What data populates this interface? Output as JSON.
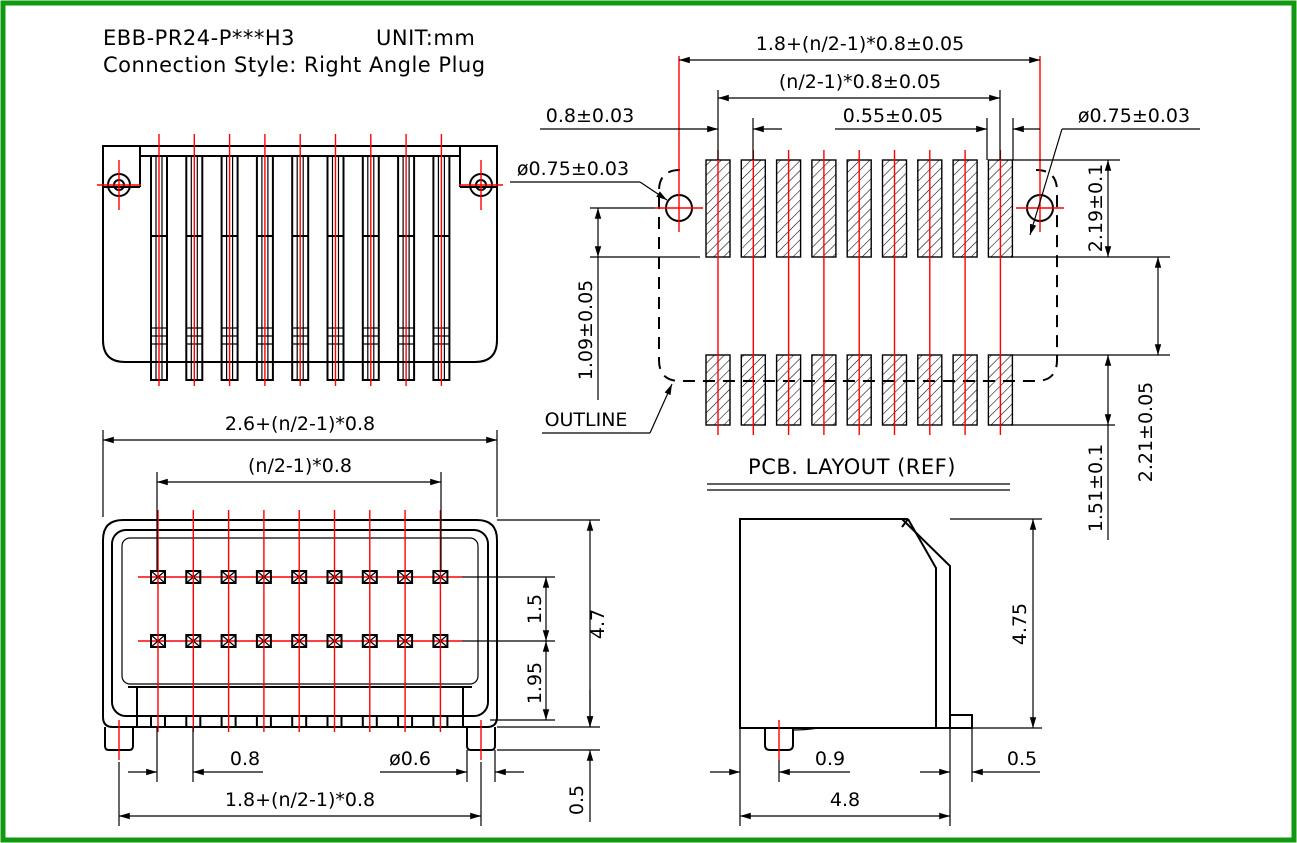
{
  "header": {
    "title": "EBB-PR24-P***H3",
    "unit": "UNIT:mm",
    "connection_style": "Connection Style: Right Angle Plug"
  },
  "front_view": {
    "dim_overall": "2.6+(n/2-1)*0.8",
    "dim_pitch_span": "(n/2-1)*0.8",
    "dim_height": "4.7",
    "dim_row_spacing": "1.5",
    "dim_row_to_bottom": "1.95",
    "dim_pitch": "0.8",
    "dim_post_dia": "ø0.6",
    "dim_post_span": "1.8+(n/2-1)*0.8",
    "dim_post_len": "0.5"
  },
  "pcb_layout": {
    "dim_overall": "1.8+(n/2-1)*0.8±0.05",
    "dim_pitch_span": "(n/2-1)*0.8±0.05",
    "dim_pitch": "0.8±0.03",
    "dim_pad_width": "0.55±0.05",
    "dim_hole_right": "ø0.75±0.03",
    "dim_hole_left": "ø0.75±0.03",
    "dim_hole_offset": "1.09±0.05",
    "dim_pad_top": "2.19±0.1",
    "dim_row_gap": "2.21±0.05",
    "dim_pad_bottom": "1.51±0.1",
    "outline_label": "OUTLINE",
    "caption": "PCB. LAYOUT (REF)"
  },
  "side_view": {
    "dim_height": "4.75",
    "dim_post_offset": "0.9",
    "dim_tail": "0.5",
    "dim_depth": "4.8"
  },
  "colors": {
    "border": "#119911",
    "centerline": "#ff0000",
    "line": "#000000"
  }
}
